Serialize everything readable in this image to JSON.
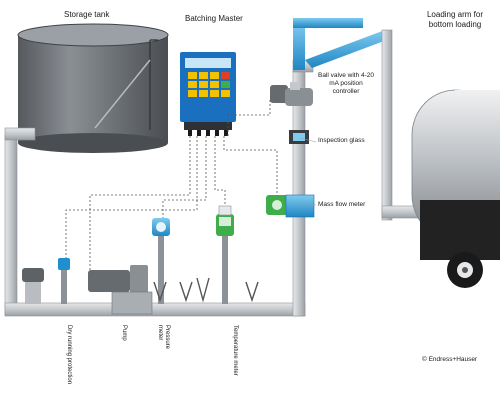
{
  "labels": {
    "storage_tank": "Storage tank",
    "batching_master": "Batching Master",
    "loading_arm": "Loading arm for bottom loading",
    "ball_valve": "Ball valve with 4-20 mA position controller",
    "inspection_glass": "Inspection glass",
    "mass_flow_meter": "Mass flow meter",
    "dry_running_protection": "Dry running protection",
    "pump": "Pump",
    "pressure_meter": "Pressure meter",
    "temperature_meter": "Temperature meter",
    "copyright": "© Endress+Hauser"
  },
  "colors": {
    "pipe": "#c9cdd1",
    "pipe_edge": "#8c9298",
    "tank": "#6f7479",
    "tank_dark": "#3f4347",
    "instrument_blue": "#1f8fd0",
    "loading_arm_blue": "#2a97cf",
    "controller_blue": "#1a6fbf",
    "signal_line": "#555555"
  },
  "icons": [
    "keypad-icon",
    "display-icon"
  ]
}
